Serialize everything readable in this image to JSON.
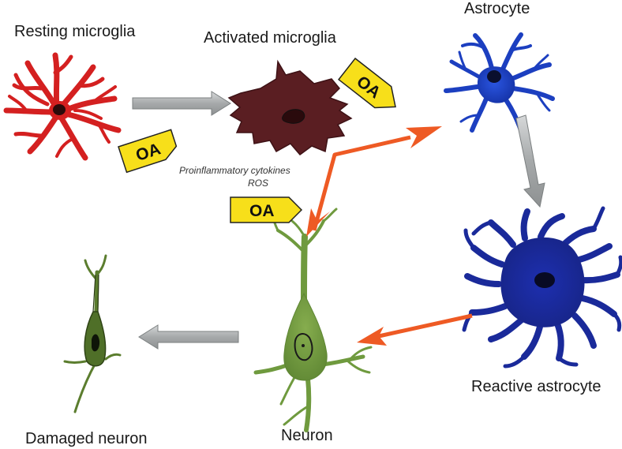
{
  "labels": {
    "resting_microglia": "Resting microglia",
    "activated_microglia": "Activated microglia",
    "astrocyte": "Astrocyte",
    "reactive_astrocyte": "Reactive astrocyte",
    "neuron": "Neuron",
    "damaged_neuron": "Damaged neuron",
    "mediators_line1": "Proinflammatory cytokines",
    "mediators_line2": "ROS"
  },
  "tags": {
    "oa1": "OA",
    "oa2": "OA",
    "oa3": "OA"
  },
  "colors": {
    "resting_microglia": "#d42020",
    "activated_microglia": "#5a1e22",
    "astrocyte": "#1c3fc0",
    "reactive_astrocyte": "#1a2a9a",
    "neuron": "#6f9a3e",
    "damaged_neuron": "#5b7d2e",
    "gray_arrow": "#a9acad",
    "orange_arrow": "#ee5a24",
    "oa_tag": "#f7df1a"
  }
}
